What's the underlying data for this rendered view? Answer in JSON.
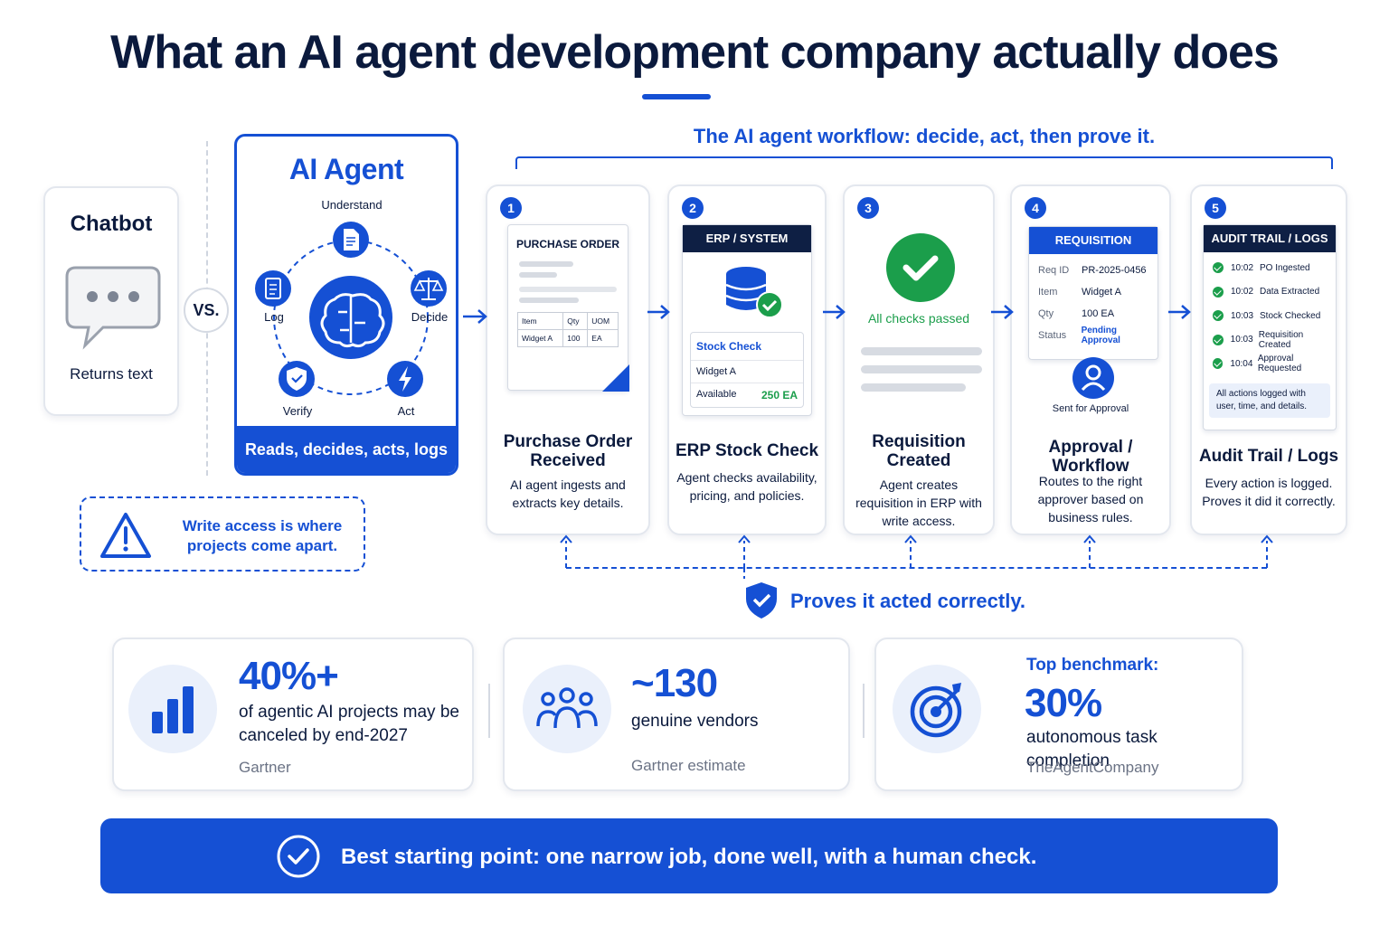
{
  "title": "What an AI agent development company actually does",
  "chatbot": {
    "title": "Chatbot",
    "caption": "Returns text"
  },
  "vs_label": "VS.",
  "agent": {
    "title": "AI Agent",
    "nodes": {
      "understand": "Understand",
      "decide": "Decide",
      "act": "Act",
      "verify": "Verify",
      "log": "Log"
    },
    "footer": "Reads, decides, acts, logs"
  },
  "warning": "Write access is where projects come apart.",
  "workflow_title": "The AI agent workflow: decide, act, then prove it.",
  "steps": [
    {
      "num": "1",
      "title": "Purchase Order Received",
      "desc": "AI agent ingests and extracts key details.",
      "doc": {
        "header": "PURCHASE ORDER",
        "cols": [
          "Item",
          "Qty",
          "UOM"
        ],
        "row": [
          "Widget A",
          "100",
          "EA"
        ]
      }
    },
    {
      "num": "2",
      "title": "ERP Stock Check",
      "desc": "Agent checks availability, pricing, and policies.",
      "panel": {
        "header": "ERP / SYSTEM",
        "box_title": "Stock Check",
        "item": "Widget A",
        "avail_label": "Available",
        "avail_value": "250 EA"
      }
    },
    {
      "num": "3",
      "title": "Requisition Created",
      "desc": "Agent creates requisition in ERP with write access.",
      "status": "All checks passed"
    },
    {
      "num": "4",
      "title": "Approval / Workflow",
      "desc": "Routes to the right approver based on business rules.",
      "panel": {
        "header": "REQUISITION",
        "fields": [
          {
            "k": "Req ID",
            "v": "PR-2025-0456"
          },
          {
            "k": "Item",
            "v": "Widget A"
          },
          {
            "k": "Qty",
            "v": "100 EA"
          },
          {
            "k": "Status",
            "v": "Pending Approval"
          }
        ],
        "sent": "Sent for Approval"
      }
    },
    {
      "num": "5",
      "title": "Audit Trail / Logs",
      "desc": "Every action is logged. Proves it did it correctly.",
      "panel": {
        "header": "AUDIT TRAIL / LOGS",
        "logs": [
          {
            "t": "10:02",
            "e": "PO Ingested"
          },
          {
            "t": "10:02",
            "e": "Data Extracted"
          },
          {
            "t": "10:03",
            "e": "Stock Checked"
          },
          {
            "t": "10:03",
            "e": "Requisition Created"
          },
          {
            "t": "10:04",
            "e": "Approval Requested"
          }
        ],
        "note": "All actions logged with user, time, and details."
      }
    }
  ],
  "proves": "Proves it acted correctly.",
  "stats": [
    {
      "big": "40%+",
      "line1": "of agentic AI projects may be",
      "line2": "canceled by end-2027",
      "source": "Gartner"
    },
    {
      "big": "~130",
      "line1": "genuine vendors",
      "source": "Gartner estimate"
    },
    {
      "pre": "Top benchmark:",
      "big": "30%",
      "line1": "autonomous task completion",
      "source": "TheAgentCompany"
    }
  ],
  "banner": "Best starting point: one narrow job, done well, with a human check.",
  "colors": {
    "primary": "#1550d4",
    "navy": "#0e1f44",
    "success": "#1b9e4b"
  }
}
